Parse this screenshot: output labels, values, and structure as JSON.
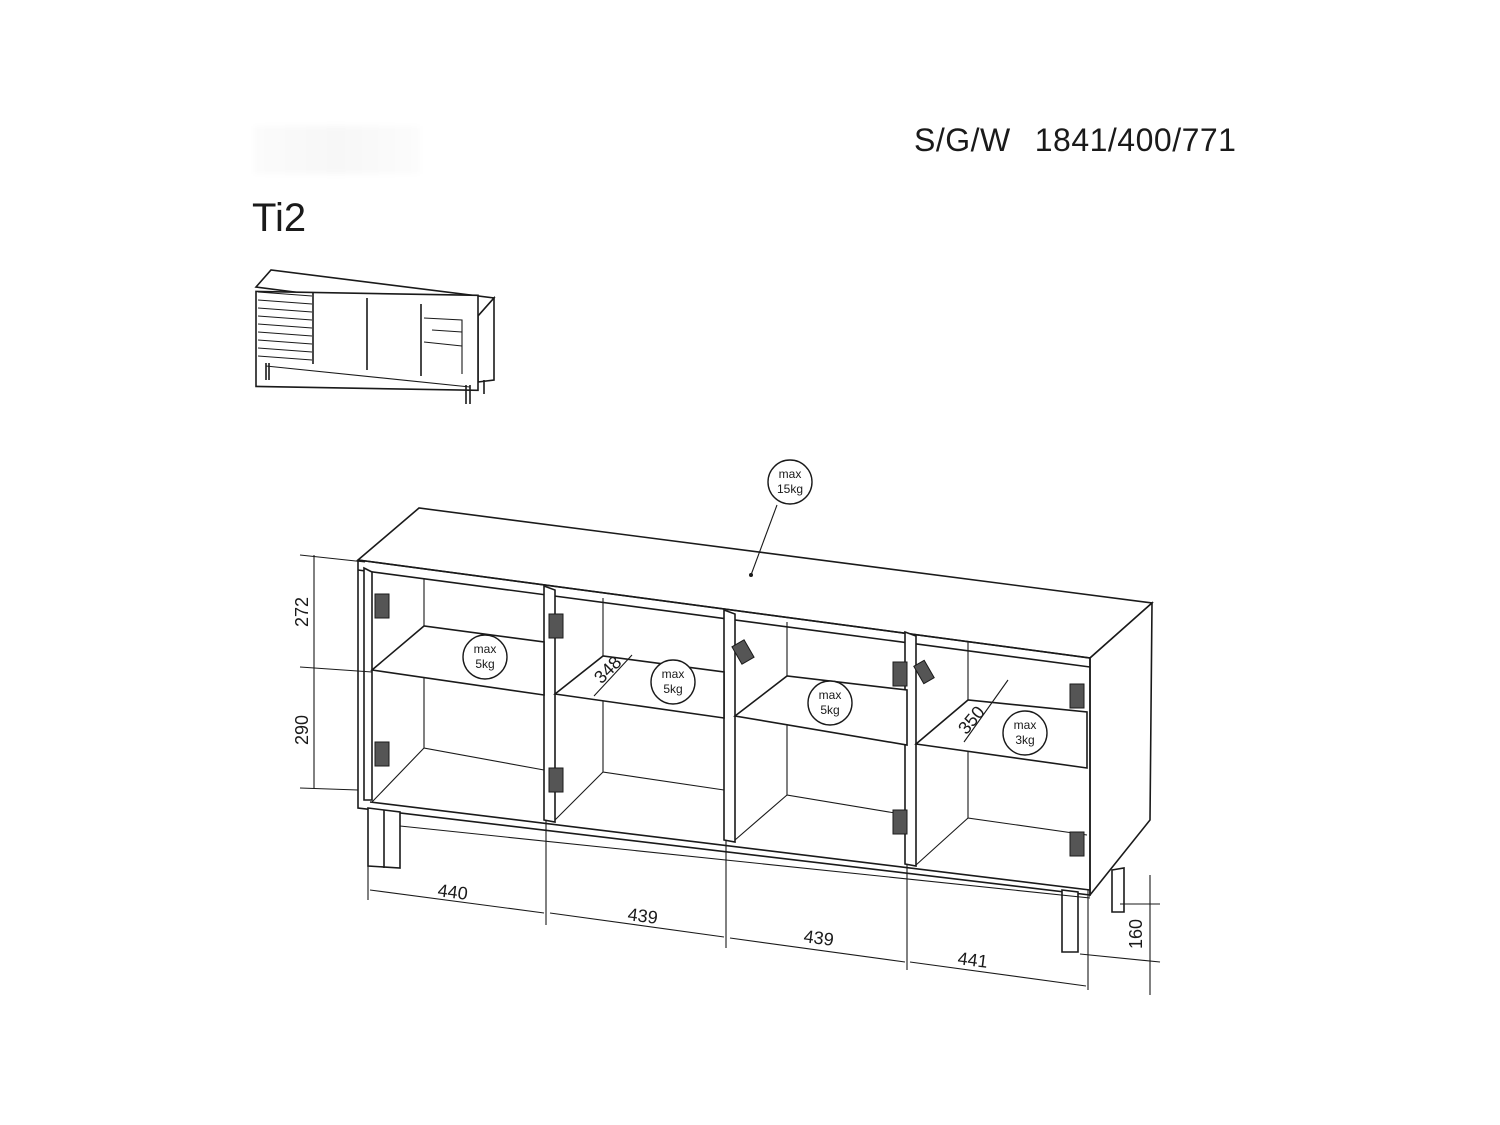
{
  "header": {
    "code": "S/G/W",
    "dimensions": "1841/400/771"
  },
  "model": "Ti2",
  "badges": {
    "top": {
      "line1": "max",
      "line2": "15kg"
    },
    "shelf1": {
      "line1": "max",
      "line2": "5kg"
    },
    "shelf2": {
      "line1": "max",
      "line2": "5kg"
    },
    "shelf3": {
      "line1": "max",
      "line2": "5kg"
    },
    "shelf4": {
      "line1": "max",
      "line2": "3kg"
    }
  },
  "dimensions": {
    "upper_height": "272",
    "lower_height": "290",
    "widths": [
      "440",
      "439",
      "439",
      "441"
    ],
    "depth_shelf2": "348",
    "depth_shelf4": "350",
    "leg_height": "160"
  }
}
